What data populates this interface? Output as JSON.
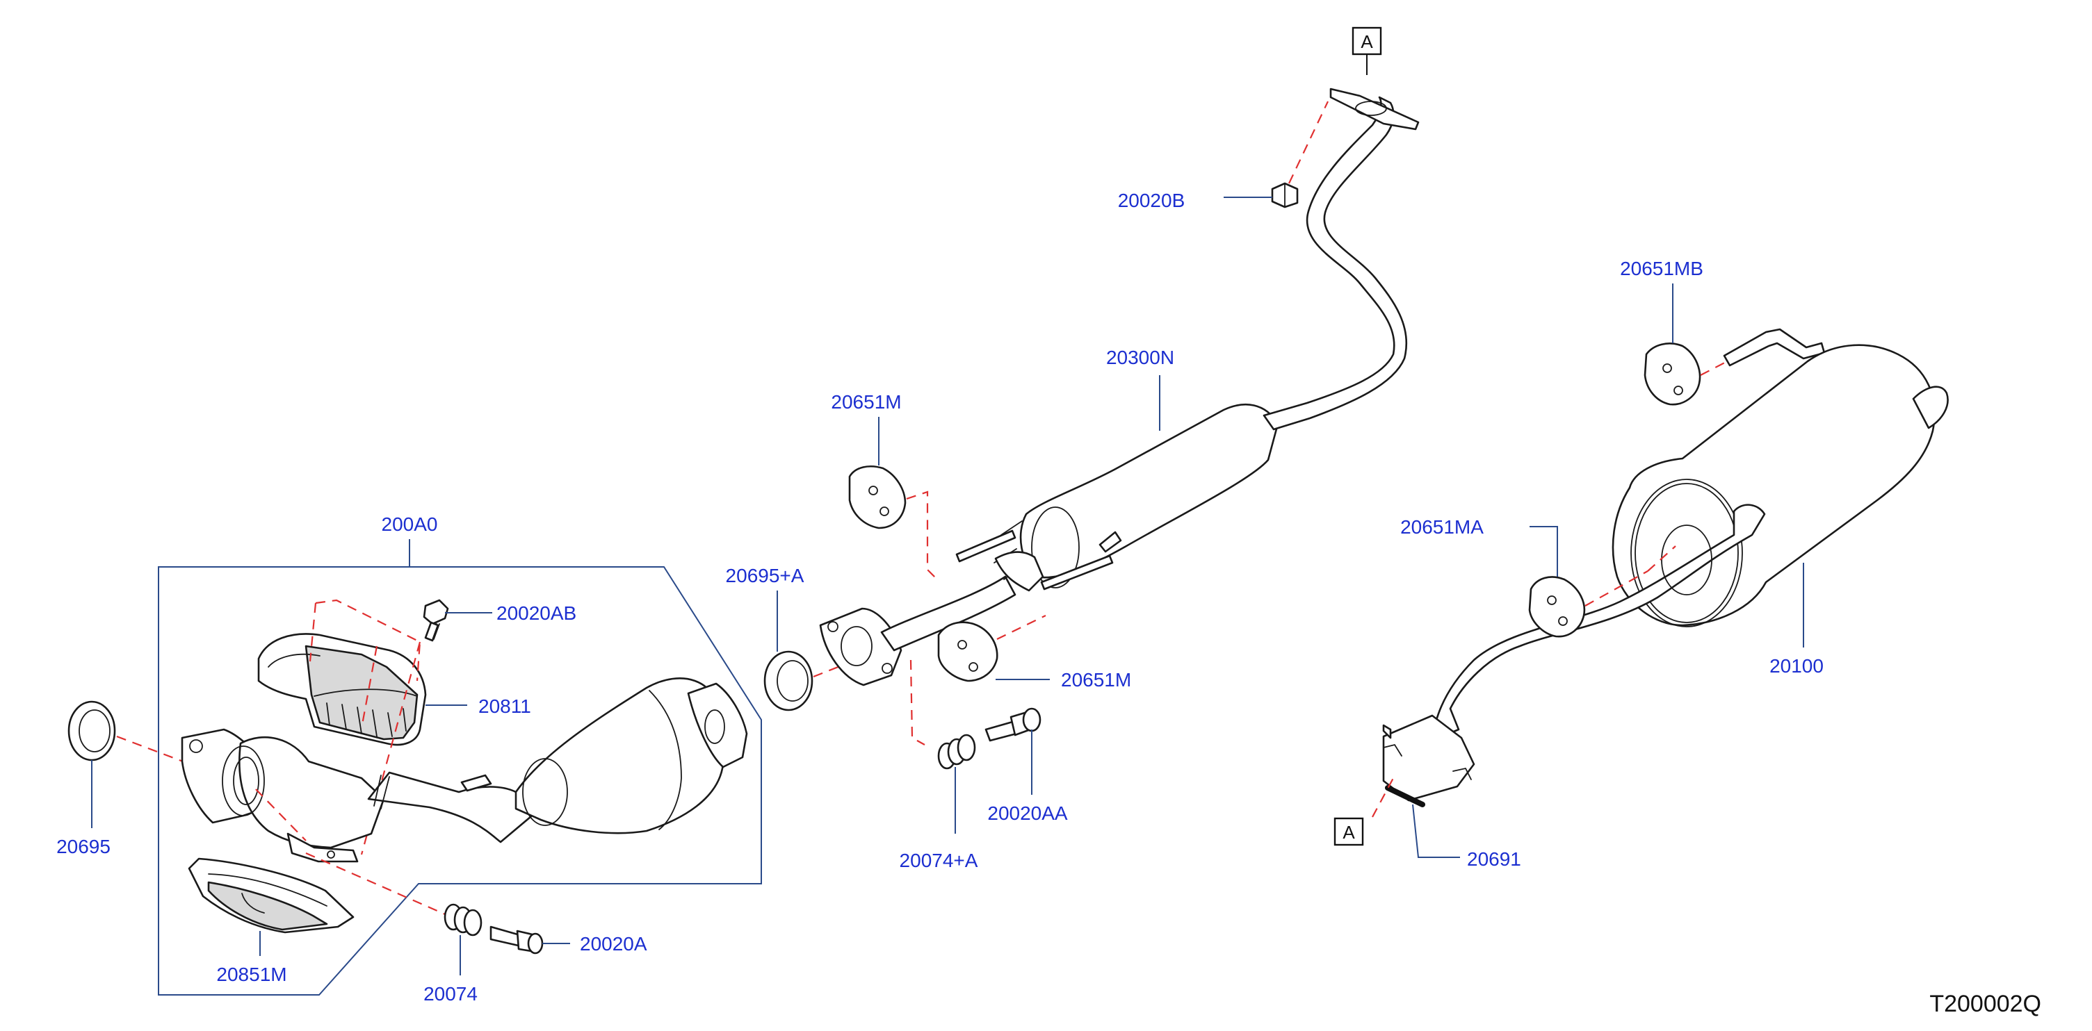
{
  "diagram": {
    "drawing_code": "T200002Q",
    "ref_marker_top": "A",
    "ref_marker_bottom": "A",
    "callouts": {
      "c_200A0": "200A0",
      "c_20020AB": "20020AB",
      "c_20811": "20811",
      "c_20695": "20695",
      "c_20851M": "20851M",
      "c_20074": "20074",
      "c_20020A": "20020A",
      "c_20695A": "20695+A",
      "c_20651M_top": "20651M",
      "c_20651M_bottom": "20651M",
      "c_20300N": "20300N",
      "c_20020B": "20020B",
      "c_20074A": "20074+A",
      "c_20020AA": "20020AA",
      "c_20651MB": "20651MB",
      "c_20651MA": "20651MA",
      "c_20100": "20100",
      "c_20691": "20691"
    }
  }
}
